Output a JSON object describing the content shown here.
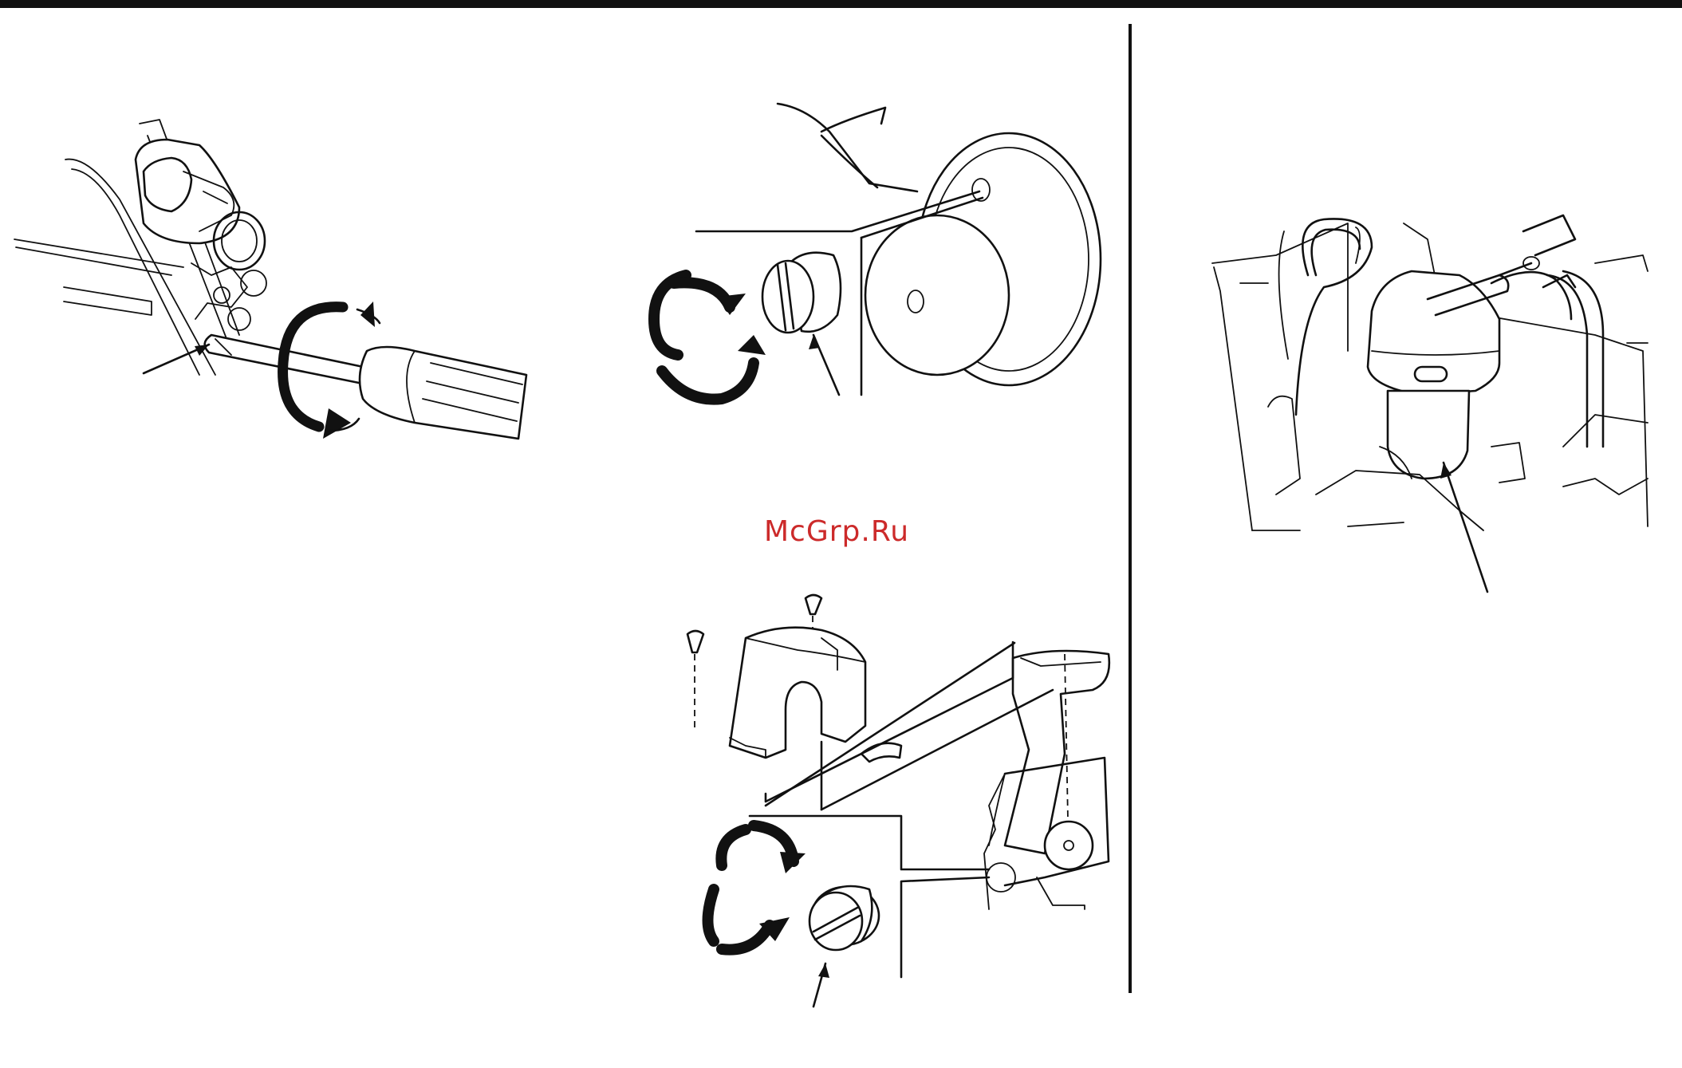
{
  "watermark": {
    "text": "McGrp.Ru",
    "color": "#cc2a2a"
  },
  "colors": {
    "ink": "#111111",
    "paper": "#ffffff"
  },
  "figures": [
    {
      "id": "screwdriver-adjust",
      "icons": [
        "screwdriver-icon",
        "rotate-arrows-icon",
        "callout-arrow-icon"
      ]
    },
    {
      "id": "pulley-plug",
      "icons": [
        "plug-icon",
        "rotate-arrows-icon",
        "pulley-icon"
      ]
    },
    {
      "id": "lever-cover",
      "icons": [
        "screw-icon",
        "cover-icon",
        "lever-icon",
        "plug-icon",
        "rotate-arrows-icon"
      ]
    },
    {
      "id": "fuel-filter",
      "icons": [
        "fuel-filter-icon",
        "callout-arrow-icon"
      ]
    }
  ]
}
